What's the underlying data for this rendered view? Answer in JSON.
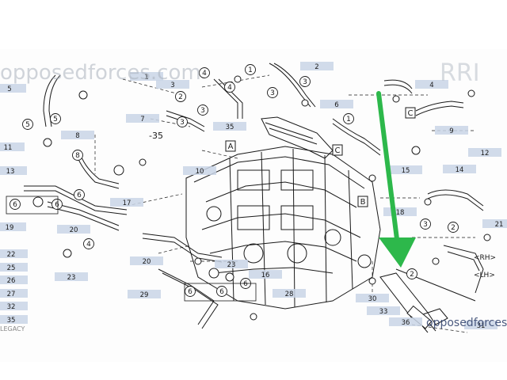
{
  "watermarks": {
    "top_left": "opposedforces.com",
    "top_right": "RRI",
    "bottom_right": "opposedforces"
  },
  "corner_text": "LEGACY",
  "colors": {
    "line": "#1a1a1a",
    "label_bg": "#c9d5e6",
    "arrow": "#2db84b",
    "watermark": "#aab2bd"
  },
  "number_labels": [
    "1",
    "2",
    "3",
    "4",
    "5",
    "6",
    "7",
    "8",
    "9",
    "10",
    "11",
    "12",
    "13",
    "14",
    "15",
    "16",
    "17",
    "18",
    "19",
    "20",
    "20",
    "21",
    "22",
    "23",
    "23",
    "25",
    "26",
    "27",
    "28",
    "29",
    "30",
    "31",
    "32",
    "33",
    "35",
    "35",
    "36"
  ],
  "circled_numbers": [
    "1",
    "2",
    "3",
    "4",
    "5",
    "6",
    "8"
  ],
  "boxed_letters": [
    "A",
    "B",
    "C"
  ],
  "left_side_labels": [
    "<RH>",
    "<LH>"
  ],
  "dimension_note": "-35",
  "legend_letters": [
    "A",
    "B",
    "C"
  ]
}
